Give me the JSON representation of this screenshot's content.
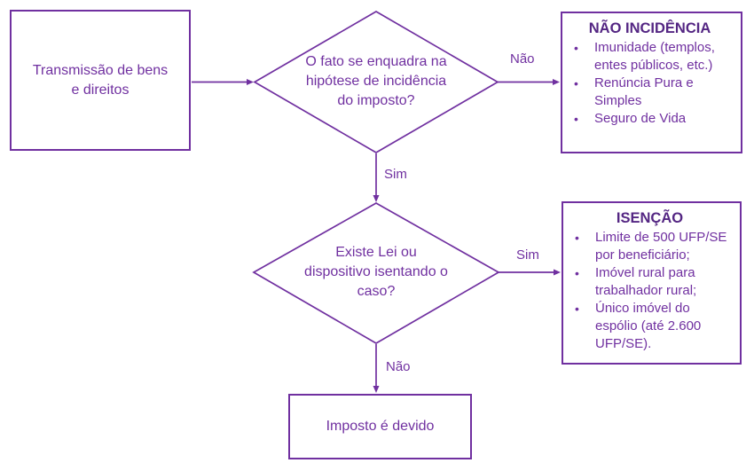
{
  "colors": {
    "line": "#7030A0",
    "body_text": "#7030A0",
    "heading_text": "#542683",
    "background": "#FFFFFF"
  },
  "bullet_char": "•",
  "nodes": {
    "start": {
      "lines": [
        "Transmissão de bens",
        "e direitos"
      ]
    },
    "decision1": {
      "lines": [
        "O fato se enquadra na",
        "hipótese de incidência",
        "do imposto?"
      ]
    },
    "nao_incidencia": {
      "title": "NÃO INCIDÊNCIA",
      "items": [
        "Imunidade (templos, entes públicos, etc.)",
        "Renúncia Pura e Simples",
        "Seguro de Vida"
      ]
    },
    "decision2": {
      "lines": [
        "Existe Lei ou",
        "dispositivo isentando o",
        "caso?"
      ]
    },
    "isencao": {
      "title": "ISENÇÃO",
      "items": [
        "Limite de 500 UFP/SE por beneficiário;",
        "Imóvel rural para trabalhador rural;",
        "Único imóvel do espólio (até 2.600 UFP/SE)."
      ]
    },
    "imposto": {
      "text": "Imposto é devido"
    }
  },
  "edges": {
    "decision1_no": "Não",
    "decision1_yes": "Sim",
    "decision2_yes": "Sim",
    "decision2_no": "Não"
  }
}
